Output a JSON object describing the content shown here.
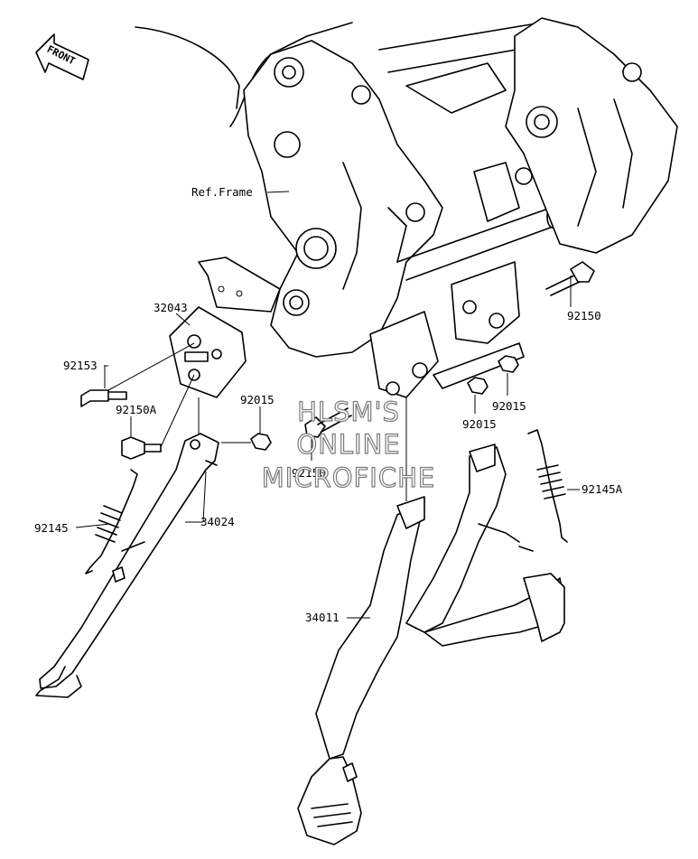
{
  "front_marker": "FRONT",
  "labels": {
    "ref_frame": "Ref.Frame",
    "p32043": "32043",
    "p92153": "92153",
    "p92150A": "92150A",
    "p92015_left": "92015",
    "p92145": "92145",
    "p34024": "34024",
    "p92150_mid": "92150",
    "p92150_right": "92150",
    "p92015_a": "92015",
    "p92015_b": "92015",
    "p92145A": "92145A",
    "p34011": "34011"
  },
  "watermark": {
    "line1": "HLSM'S",
    "line2": "ONLINE",
    "line3": "MICROFICHE"
  }
}
